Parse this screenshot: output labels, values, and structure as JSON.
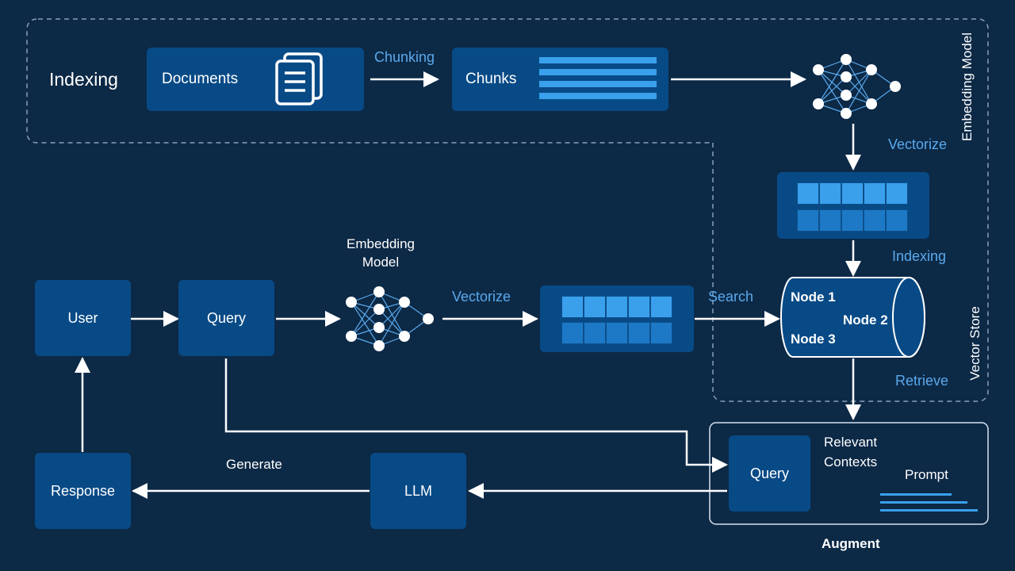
{
  "indexing": {
    "section_label": "Indexing",
    "documents_label": "Documents",
    "chunking_label": "Chunking",
    "chunks_label": "Chunks",
    "embedding_model_side_label": "Embedding Model",
    "vectorize_label": "Vectorize",
    "indexing_arrow_label": "Indexing"
  },
  "vector_store": {
    "side_label": "Vector Store",
    "nodes": [
      "Node 1",
      "Node 2",
      "Node 3"
    ],
    "search_label": "Search",
    "retrieve_label": "Retrieve"
  },
  "query_flow": {
    "user_label": "User",
    "query_label": "Query",
    "embedding_model_label_line1": "Embedding",
    "embedding_model_label_line2": "Model",
    "vectorize_label": "Vectorize"
  },
  "augment": {
    "label": "Augment",
    "query_label": "Query",
    "relevant_contexts_line1": "Relevant",
    "relevant_contexts_line2": "Contexts",
    "prompt_label": "Prompt"
  },
  "generation": {
    "llm_label": "LLM",
    "generate_label": "Generate",
    "response_label": "Response"
  },
  "colors": {
    "background": "#0c2946",
    "box": "#084a86",
    "accent": "#5aa9ec",
    "line": "#ffffff"
  }
}
